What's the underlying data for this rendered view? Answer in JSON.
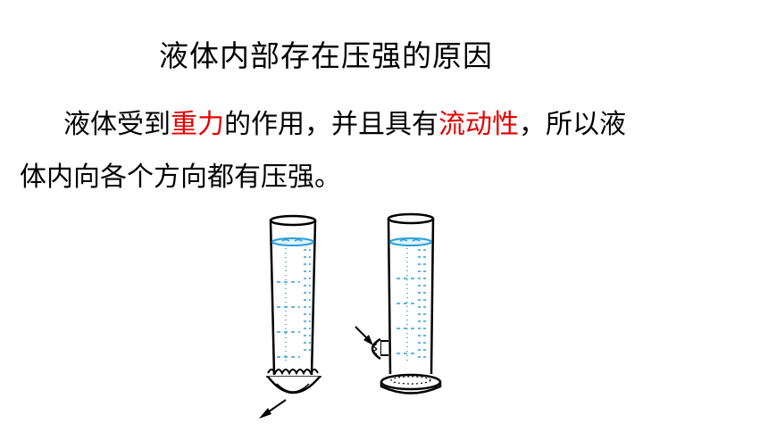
{
  "title": "液体内部存在压强的原因",
  "paragraph": {
    "part1": "液体受到",
    "highlight1": "重力",
    "part2": "的作用，并且具有",
    "highlight2": "流动性",
    "part3": "，所以液",
    "line2": "体内向各个方向都有压强。"
  },
  "colors": {
    "text": "#000000",
    "highlight": "#e60000",
    "water": "#2a9fd8"
  },
  "figure": {
    "left_tube": "tube with rubber membrane bulging at bottom",
    "right_tube": "tube with rubber membrane bulging at side outlet"
  }
}
